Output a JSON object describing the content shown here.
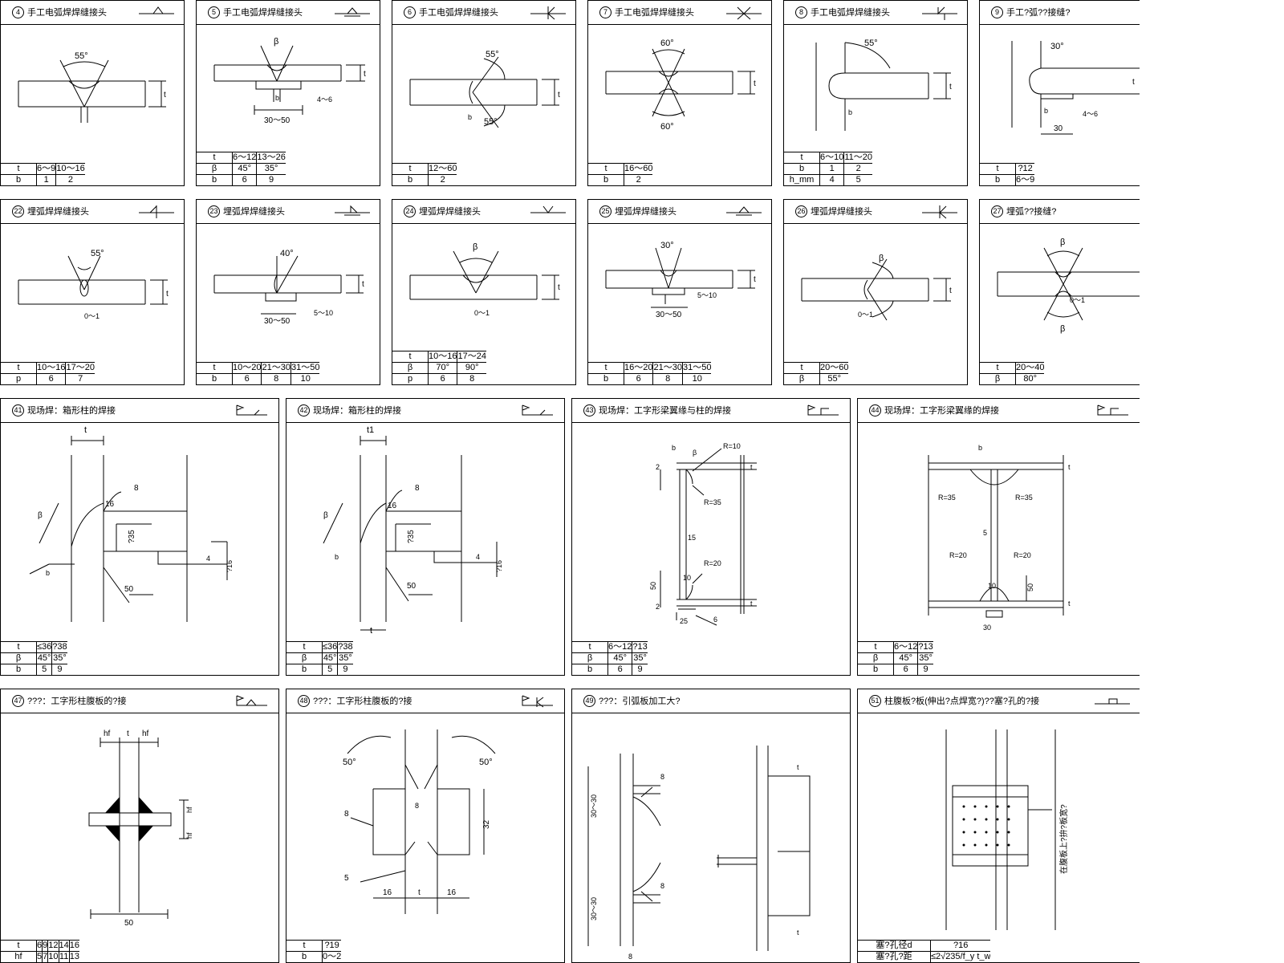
{
  "panels": [
    {
      "num": "4",
      "title": "手工电弧焊焊缝接头",
      "rows": [
        [
          "t",
          "6～9",
          "10～16"
        ],
        [
          "b",
          "1",
          "2"
        ]
      ]
    },
    {
      "num": "5",
      "title": "手工电弧焊焊缝接头",
      "rows": [
        [
          "t",
          "6～12",
          "13～26"
        ],
        [
          "β",
          "45°",
          "35°"
        ],
        [
          "b",
          "6",
          "9"
        ]
      ]
    },
    {
      "num": "6",
      "title": "手工电弧焊焊缝接头",
      "rows": [
        [
          "t",
          "12～60"
        ],
        [
          "b",
          "2"
        ]
      ]
    },
    {
      "num": "7",
      "title": "手工电弧焊焊缝接头",
      "rows": [
        [
          "t",
          "16～60"
        ],
        [
          "b",
          "2"
        ]
      ]
    },
    {
      "num": "8",
      "title": "手工电弧焊焊缝接头",
      "rows": [
        [
          "t",
          "6～10",
          "11～20"
        ],
        [
          "b",
          "1",
          "2"
        ],
        [
          "h_mm",
          "4",
          "5"
        ]
      ]
    },
    {
      "num": "9",
      "title": "手工?弧??接缝?",
      "rows": [
        [
          "t",
          "?12"
        ],
        [
          "b",
          "6～9"
        ]
      ]
    },
    {
      "num": "22",
      "title": "埋弧焊焊缝接头",
      "rows": [
        [
          "t",
          "10～16",
          "17～20"
        ],
        [
          "p",
          "6",
          "7"
        ]
      ]
    },
    {
      "num": "23",
      "title": "埋弧焊焊缝接头",
      "rows": [
        [
          "t",
          "10～20",
          "21～30",
          "31～50"
        ],
        [
          "b",
          "6",
          "8",
          "10"
        ]
      ]
    },
    {
      "num": "24",
      "title": "埋弧焊焊缝接头",
      "rows": [
        [
          "t",
          "10～16",
          "17～24"
        ],
        [
          "β",
          "70°",
          "90°"
        ],
        [
          "p",
          "6",
          "8"
        ]
      ]
    },
    {
      "num": "25",
      "title": "埋弧焊焊缝接头",
      "rows": [
        [
          "t",
          "16～20",
          "21～30",
          "31～50"
        ],
        [
          "b",
          "6",
          "8",
          "10"
        ]
      ]
    },
    {
      "num": "26",
      "title": "埋弧焊焊缝接头",
      "rows": [
        [
          "t",
          "20～60"
        ],
        [
          "β",
          "55°"
        ]
      ]
    },
    {
      "num": "27",
      "title": "埋弧??接缝?",
      "rows": [
        [
          "t",
          "20～40"
        ],
        [
          "β",
          "80°"
        ]
      ]
    },
    {
      "num": "41",
      "title": "现场焊：箱形柱的焊接",
      "rows": [
        [
          "t",
          "≤36",
          "?38"
        ],
        [
          "β",
          "45°",
          "35°"
        ],
        [
          "b",
          "5",
          "9"
        ]
      ]
    },
    {
      "num": "42",
      "title": "现场焊：箱形柱的焊接",
      "rows": [
        [
          "t",
          "≤36",
          "?38"
        ],
        [
          "β",
          "45°",
          "35°"
        ],
        [
          "b",
          "5",
          "9"
        ]
      ]
    },
    {
      "num": "43",
      "title": "现场焊：工字形梁翼缘与柱的焊接",
      "rows": [
        [
          "t",
          "6～12",
          "?13"
        ],
        [
          "β",
          "45°",
          "35°"
        ],
        [
          "b",
          "6",
          "9"
        ]
      ]
    },
    {
      "num": "44",
      "title": "现场焊：工字形梁翼缘的焊接",
      "rows": [
        [
          "t",
          "6～12",
          "?13"
        ],
        [
          "β",
          "45°",
          "35°"
        ],
        [
          "b",
          "6",
          "9"
        ]
      ]
    },
    {
      "num": "47",
      "title": "???：工字形柱腹板的?接",
      "rows": [
        [
          "t",
          "6",
          "9",
          "12",
          "14",
          "16"
        ],
        [
          "hf",
          "5",
          "7",
          "10",
          "11",
          "13"
        ]
      ]
    },
    {
      "num": "48",
      "title": "???：工字形柱腹板的?接",
      "rows": [
        [
          "t",
          "?19"
        ],
        [
          "b",
          "0～2"
        ]
      ]
    },
    {
      "num": "49",
      "title": "???：引弧板加工大?",
      "rows": []
    },
    {
      "num": "51",
      "title": "柱腹板?板(伸出?点焊宽?)??塞?孔的?接",
      "rows": [
        [
          "塞?孔径d",
          "?16"
        ],
        [
          "塞?孔?距",
          "≤2√235/f_y t_w"
        ]
      ]
    }
  ],
  "labels": {
    "p4": {
      "angle": "55°",
      "t": "t"
    },
    "p5": {
      "angle": "β",
      "dim": "30～50",
      "b": "b",
      "g": "4～6",
      "t": "t"
    },
    "p6": {
      "a1": "55°",
      "a2": "55°",
      "t": "t",
      "b": "b"
    },
    "p7": {
      "a1": "60°",
      "a2": "60°",
      "t": "t"
    },
    "p8": {
      "angle": "55°",
      "t": "t",
      "b": "b"
    },
    "p9": {
      "angle": "30°",
      "dim": "30",
      "b": "b",
      "g": "4～6",
      "t": "t"
    },
    "p22": {
      "angle": "55°",
      "t": "t",
      "p": "0～1"
    },
    "p23": {
      "angle": "40°",
      "dim": "30～50",
      "g": "5～10",
      "t": "t"
    },
    "p24": {
      "angle": "β",
      "t": "t",
      "p": "0～1"
    },
    "p25": {
      "angle": "30°",
      "dim": "30～50",
      "g": "5～10",
      "t": "t"
    },
    "p26": {
      "angle": "β",
      "t": "t",
      "p": "0～1"
    },
    "p27": {
      "a1": "β",
      "a2": "β",
      "p": "0～1"
    },
    "p41": {
      "t": "t",
      "w8": "8",
      "w16": "16",
      "d235": "?35",
      "beta": "β",
      "b": "b",
      "d50": "50",
      "d4": "4",
      "d16": "?16"
    },
    "p42": {
      "t1": "t1",
      "t": "t",
      "w8": "8",
      "w16": "16",
      "d235": "?35",
      "beta": "β",
      "b": "b",
      "d50": "50",
      "d4": "4",
      "d16": "?16"
    },
    "p43": {
      "r10": "R=10",
      "r35": "R=35",
      "r20": "R=20",
      "b": "b",
      "beta": "β",
      "d2a": "2",
      "d15": "15",
      "d50": "50",
      "d2b": "2",
      "d25": "25",
      "d6": "6",
      "d10": "10",
      "t1": "t",
      "t2": "t"
    },
    "p44": {
      "r35a": "R=35",
      "r35b": "R=35",
      "r20a": "R=20",
      "r20b": "R=20",
      "b": "b",
      "d5": "5",
      "d50": "50",
      "d30": "30",
      "d10": "10",
      "t1": "t",
      "t2": "t"
    },
    "p47": {
      "hf1": "hf",
      "t": "t",
      "hf2": "hf",
      "hfr1": "hf",
      "hfr2": "hf",
      "d50": "50"
    },
    "p48": {
      "a1": "50°",
      "a2": "50°",
      "w8": "8",
      "w5": "5",
      "d32": "32",
      "d16a": "16",
      "t": "t",
      "d16b": "16",
      "d8": "8"
    },
    "p49": {
      "d3030a": "30～30",
      "d3030b": "30～30",
      "w8a": "8",
      "w8b": "8",
      "w8c": "8",
      "t1": "t",
      "t2": "t"
    },
    "p51": {
      "note": "在腹板上?拚?板宽?"
    }
  },
  "stroke_color": "#000000",
  "background_color": "#ffffff"
}
